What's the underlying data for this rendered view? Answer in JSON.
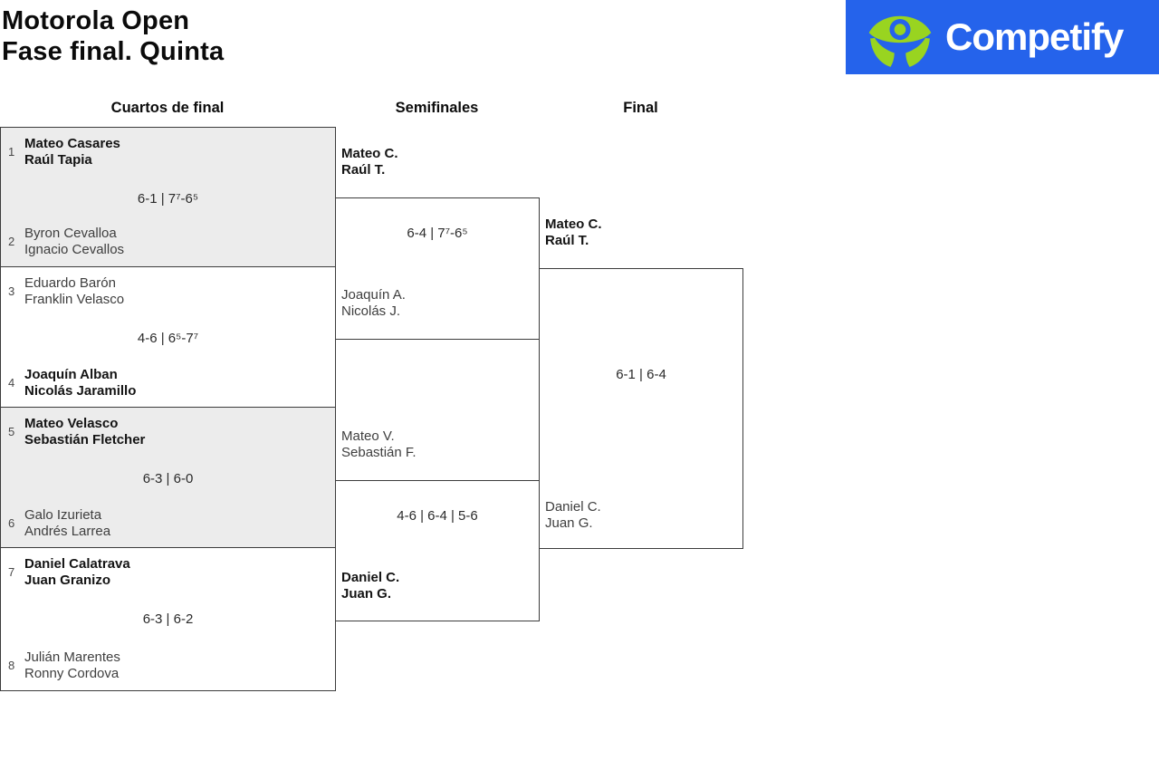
{
  "header": {
    "title_line1": "Motorola Open",
    "title_line2": "Fase final. Quinta"
  },
  "logo": {
    "brand": "Competify",
    "background_color": "#2563EB",
    "icon_color": "#99D420",
    "text_color": "#FFFFFF",
    "icon": "competify-person-icon"
  },
  "round_headers": {
    "quarterfinals": "Cuartos de final",
    "semifinals": "Semifinales",
    "final": "Final"
  },
  "colors": {
    "match_alt_background": "#ECECEC",
    "bracket_line": "#3C3C3C"
  },
  "bracket": {
    "quarterfinals": [
      {
        "seed_top": "1",
        "team_top": {
          "line1": "Mateo Casares",
          "line2": "Raúl Tapia",
          "winner": true
        },
        "score": "6-1 | 7⁷-6⁵",
        "seed_bottom": "2",
        "team_bottom": {
          "line1": "Byron Cevalloa",
          "line2": "Ignacio Cevallos",
          "winner": false
        }
      },
      {
        "seed_top": "3",
        "team_top": {
          "line1": "Eduardo Barón",
          "line2": "Franklin Velasco",
          "winner": false
        },
        "score": "4-6 | 6⁵-7⁷",
        "seed_bottom": "4",
        "team_bottom": {
          "line1": "Joaquín Alban",
          "line2": "Nicolás Jaramillo",
          "winner": true
        }
      },
      {
        "seed_top": "5",
        "team_top": {
          "line1": "Mateo Velasco",
          "line2": "Sebastián Fletcher",
          "winner": true
        },
        "score": "6-3 | 6-0",
        "seed_bottom": "6",
        "team_bottom": {
          "line1": "Galo Izurieta",
          "line2": "Andrés Larrea",
          "winner": false
        }
      },
      {
        "seed_top": "7",
        "team_top": {
          "line1": "Daniel Calatrava",
          "line2": "Juan Granizo",
          "winner": true
        },
        "score": "6-3 | 6-2",
        "seed_bottom": "8",
        "team_bottom": {
          "line1": "Julián Marentes",
          "line2": "Ronny Cordova",
          "winner": false
        }
      }
    ],
    "semifinals": [
      {
        "team_top": {
          "line1": "Mateo C.",
          "line2": "Raúl T.",
          "winner": true
        },
        "score": "6-4 | 7⁷-6⁵",
        "team_bottom": {
          "line1": "Joaquín A.",
          "line2": "Nicolás J.",
          "winner": false
        }
      },
      {
        "team_top": {
          "line1": "Mateo V.",
          "line2": "Sebastián F.",
          "winner": false
        },
        "score": "4-6 | 6-4 | 5-6",
        "team_bottom": {
          "line1": "Daniel C.",
          "line2": "Juan G.",
          "winner": true
        }
      }
    ],
    "final": {
      "team_top": {
        "line1": "Mateo C.",
        "line2": "Raúl T.",
        "winner": true
      },
      "score": "6-1 | 6-4",
      "team_bottom": {
        "line1": "Daniel C.",
        "line2": "Juan G.",
        "winner": false
      }
    }
  }
}
